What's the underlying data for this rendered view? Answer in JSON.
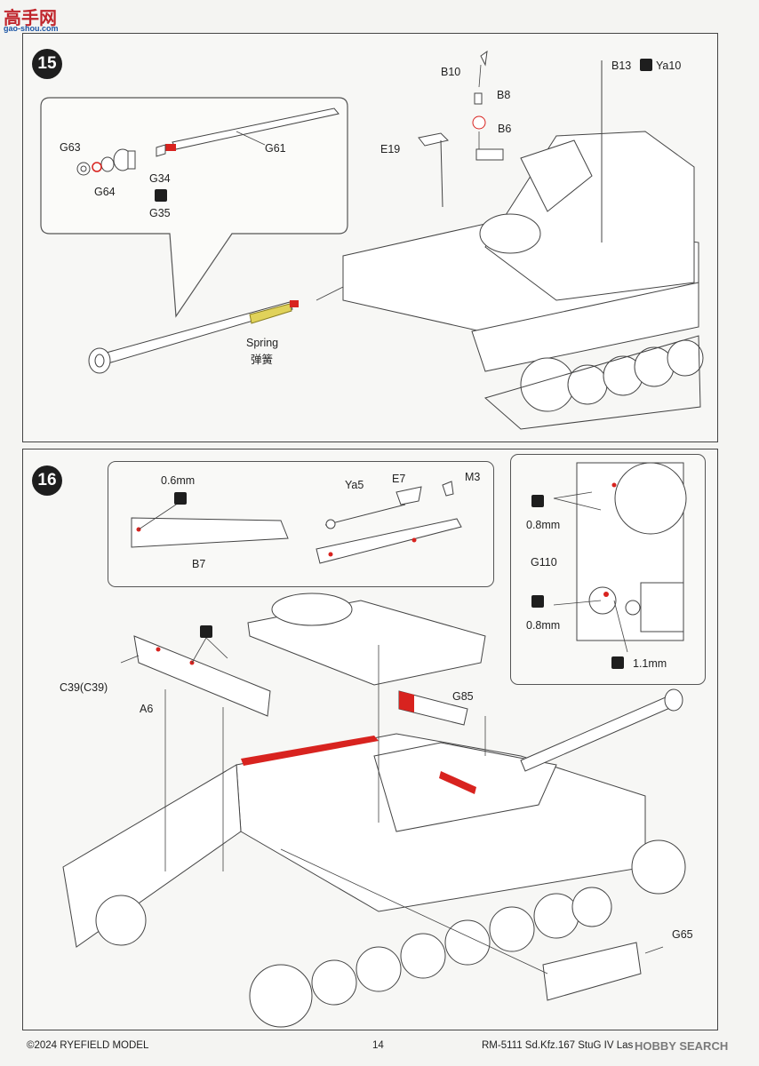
{
  "watermark": {
    "logo": "高手网",
    "url": "gao-shou.com"
  },
  "step15": {
    "number": "15",
    "parts": {
      "b10": "B10",
      "b8": "B8",
      "b6": "B6",
      "b13": "B13",
      "ya10": "Ya10",
      "e19": "E19",
      "g63": "G63",
      "g64": "G64",
      "g34": "G34",
      "g35": "G35",
      "g61": "G61",
      "spring": "Spring",
      "spring_cn": "弹簧"
    }
  },
  "step16": {
    "number": "16",
    "parts": {
      "mm06": "0.6mm",
      "b7": "B7",
      "ya5": "Ya5",
      "e7": "E7",
      "m3": "M3",
      "mm08a": "0.8mm",
      "g110": "G110",
      "mm08b": "0.8mm",
      "mm11": "1.1mm",
      "c39": "C39(C39)",
      "a6": "A6",
      "g85": "G85",
      "g65": "G65"
    }
  },
  "footer": {
    "copyright": "©2024 RYEFIELD MODEL",
    "page": "14",
    "product": "RM-5111 Sd.Kfz.167 StuG IV Last Production",
    "hobby_logo": "HOBBY SEARCH"
  },
  "colors": {
    "red": "#d8231f",
    "ink": "#1e1e1e",
    "spring": "#e0d25a"
  }
}
